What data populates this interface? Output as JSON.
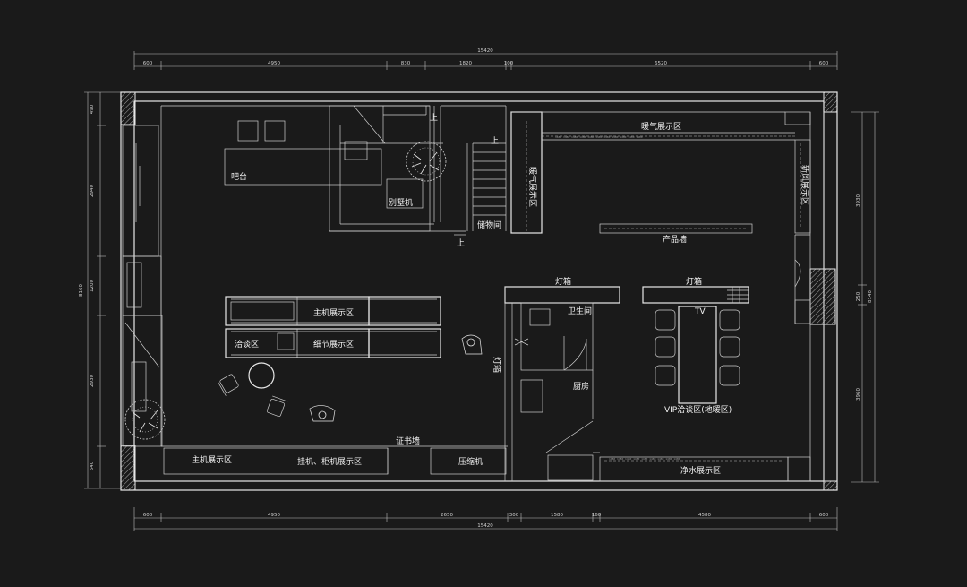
{
  "dimensions": {
    "total_top": "15420",
    "total_bottom": "15420",
    "top": [
      "600",
      "4950",
      "830",
      "1820",
      "100",
      "6520",
      "600"
    ],
    "bottom": [
      "600",
      "4950",
      "2650",
      "300",
      "1580",
      "160",
      "4580",
      "600"
    ],
    "left": [
      "490",
      "2940",
      "1200",
      "2930",
      "540"
    ],
    "left_total": "8160",
    "right": [
      "3930",
      "250",
      "3960"
    ],
    "right_total": "8140"
  },
  "rooms": {
    "bar": "吧台",
    "villa_machine": "别墅机",
    "storage": "储物间",
    "heating_display": "暖气展示区",
    "heating_display_side": "暖气展示区",
    "fresh_air": "新风展示区",
    "product_wall": "产品墙",
    "lightbox_1": "灯箱",
    "lightbox_2": "灯箱",
    "restroom": "卫生间",
    "kitchen": "厨房",
    "tv": "TV",
    "vip": "VIP洽谈区(地暖区)",
    "host_display": "主机展示区",
    "negotiation": "洽谈区",
    "detail_display": "细节展示区",
    "certificate_wall": "证书墙",
    "host_display_bottom": "主机展示区",
    "wall_cabinet": "挂机、柜机展示区",
    "compressor": "压缩机",
    "water_display": "净水展示区",
    "lightbox_vertical": "灯箱"
  },
  "stairs": {
    "up1": "上",
    "up2": "上",
    "up3": "上"
  }
}
